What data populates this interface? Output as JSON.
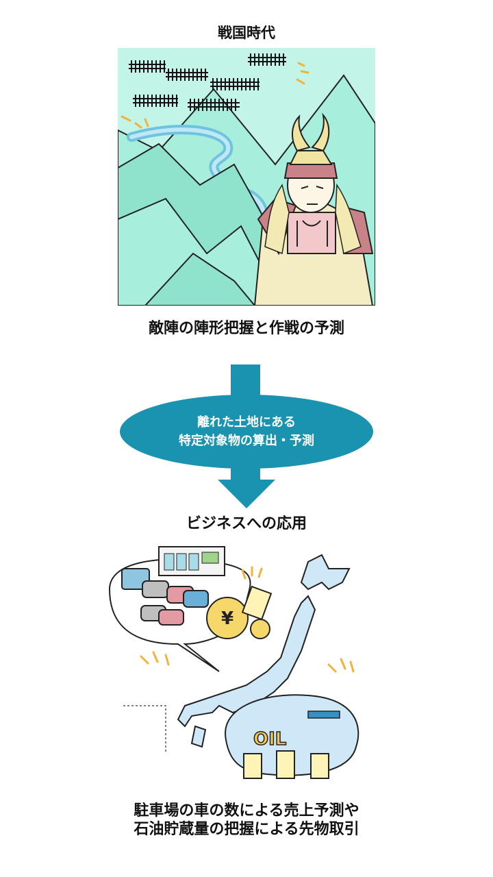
{
  "top_section": {
    "title": "戦国時代",
    "caption": "敵陣の陣形把握と作戦の予測"
  },
  "transition": {
    "line1": "離れた土地にある",
    "line2": "特定対象物の算出・予測",
    "color": "#1a93b0"
  },
  "bottom_section": {
    "title": "ビジネスへの応用",
    "caption_line1": "駐車場の車の数による売上予測や",
    "caption_line2": "石油貯蔵量の把握による先物取引",
    "oil_label": "OIL",
    "yen_label": "¥"
  },
  "colors": {
    "mint": "#a8eedc",
    "mint_dark": "#79d9c2",
    "armor": "#c98287",
    "gold": "#f1e4a3",
    "sky": "#cfe8f7"
  }
}
